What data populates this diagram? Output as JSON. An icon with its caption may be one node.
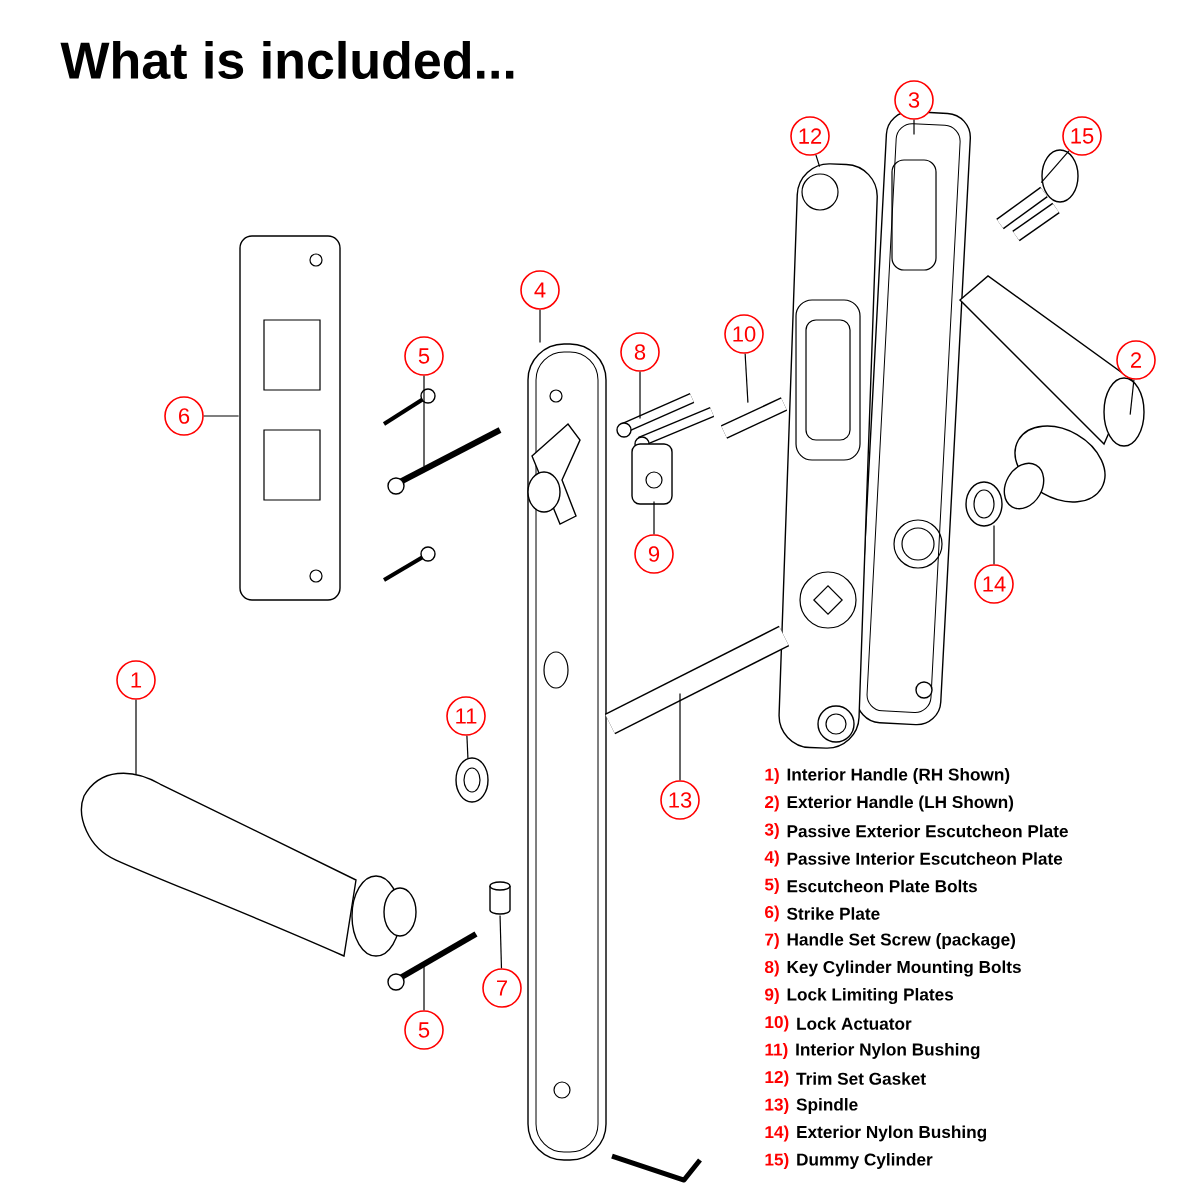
{
  "diagram": {
    "title": "What is included...",
    "nodes": [
      {
        "text": [
          "3"
        ]
      },
      {
        "text": [
          "12"
        ]
      },
      {
        "text": [
          "15"
        ]
      },
      {
        "text": [
          "4"
        ]
      },
      {
        "text": [
          "10"
        ]
      },
      {
        "text": [
          "8"
        ]
      },
      {
        "text": [
          "5"
        ]
      },
      {
        "text": [
          "2"
        ]
      },
      {
        "text": [
          "6"
        ]
      },
      {
        "text": [
          "9"
        ]
      },
      {
        "text": [
          "14"
        ]
      },
      {
        "text": [
          "1"
        ]
      },
      {
        "text": [
          "11"
        ]
      },
      {
        "text": [
          "13"
        ]
      },
      {
        "text": [
          "7"
        ]
      },
      {
        "text": [
          "5"
        ]
      },
      {
        "text": [],
        "shape": "picture"
      },
      {
        "text": [],
        "shape": "picture"
      },
      {
        "text": [],
        "shape": "picture"
      },
      {
        "text": [],
        "shape": "picture"
      },
      {
        "text": [],
        "shape": "picture"
      },
      {
        "text": [],
        "shape": "picture"
      },
      {
        "text": [],
        "shape": "picture"
      },
      {
        "text": [],
        "shape": "picture"
      },
      {
        "text": [],
        "shape": "picture"
      },
      {
        "text": [],
        "shape": "picture"
      },
      {
        "text": [],
        "shape": "picture"
      },
      {
        "text": [],
        "shape": "picture"
      },
      {
        "text": [],
        "shape": "picture"
      },
      {
        "text": [],
        "shape": "picture"
      },
      {
        "text": [],
        "shape": "cylinder"
      },
      {
        "text": [],
        "shape": "picture"
      }
    ],
    "edges": [
      {
        "from": 0,
        "to": 16,
        "arrow": "none"
      },
      {
        "from": 1,
        "to": 17,
        "arrow": "none"
      },
      {
        "from": 2,
        "to": 18,
        "arrow": "none"
      },
      {
        "from": 3,
        "to": 19,
        "arrow": "none"
      },
      {
        "from": 4,
        "to": 20,
        "arrow": "none"
      },
      {
        "from": 5,
        "to": 21,
        "arrow": "none"
      },
      {
        "from": 6,
        "to": 22,
        "arrow": "none"
      },
      {
        "from": 7,
        "to": 23,
        "arrow": "none"
      },
      {
        "from": 8,
        "to": 24,
        "arrow": "none"
      },
      {
        "from": 9,
        "to": 25,
        "arrow": "none"
      },
      {
        "from": 10,
        "to": 26,
        "arrow": "none"
      },
      {
        "from": 11,
        "to": 27,
        "arrow": "none"
      },
      {
        "from": 12,
        "to": 28,
        "arrow": "none"
      },
      {
        "from": 13,
        "to": 29,
        "arrow": "none"
      },
      {
        "from": 14,
        "to": 30,
        "arrow": "none"
      },
      {
        "from": 15,
        "to": 31,
        "arrow": "none"
      }
    ],
    "labels": [
      "1)",
      "Interior Handle (RH Shown)",
      "2)",
      "Exterior Handle (LH Shown)",
      "3)",
      "Passive Exterior Escutcheon Plate",
      "4)",
      "Passive Interior Escutcheon Plate",
      "5)",
      "Escutcheon Plate Bolts",
      "6)",
      "Strike Plate",
      "7)",
      "Handle Set Screw (package)",
      "8)",
      "Key Cylinder Mounting Bolts",
      "9)",
      "Lock Limiting Plates",
      "10)",
      "Lock Actuator",
      "11)",
      "Interior Nylon Bushing",
      "12)",
      "Trim Set Gasket",
      "13)",
      "Spindle",
      "14)",
      "Exterior Nylon Bushing",
      "15)",
      "Dummy Cylinder"
    ]
  }
}
